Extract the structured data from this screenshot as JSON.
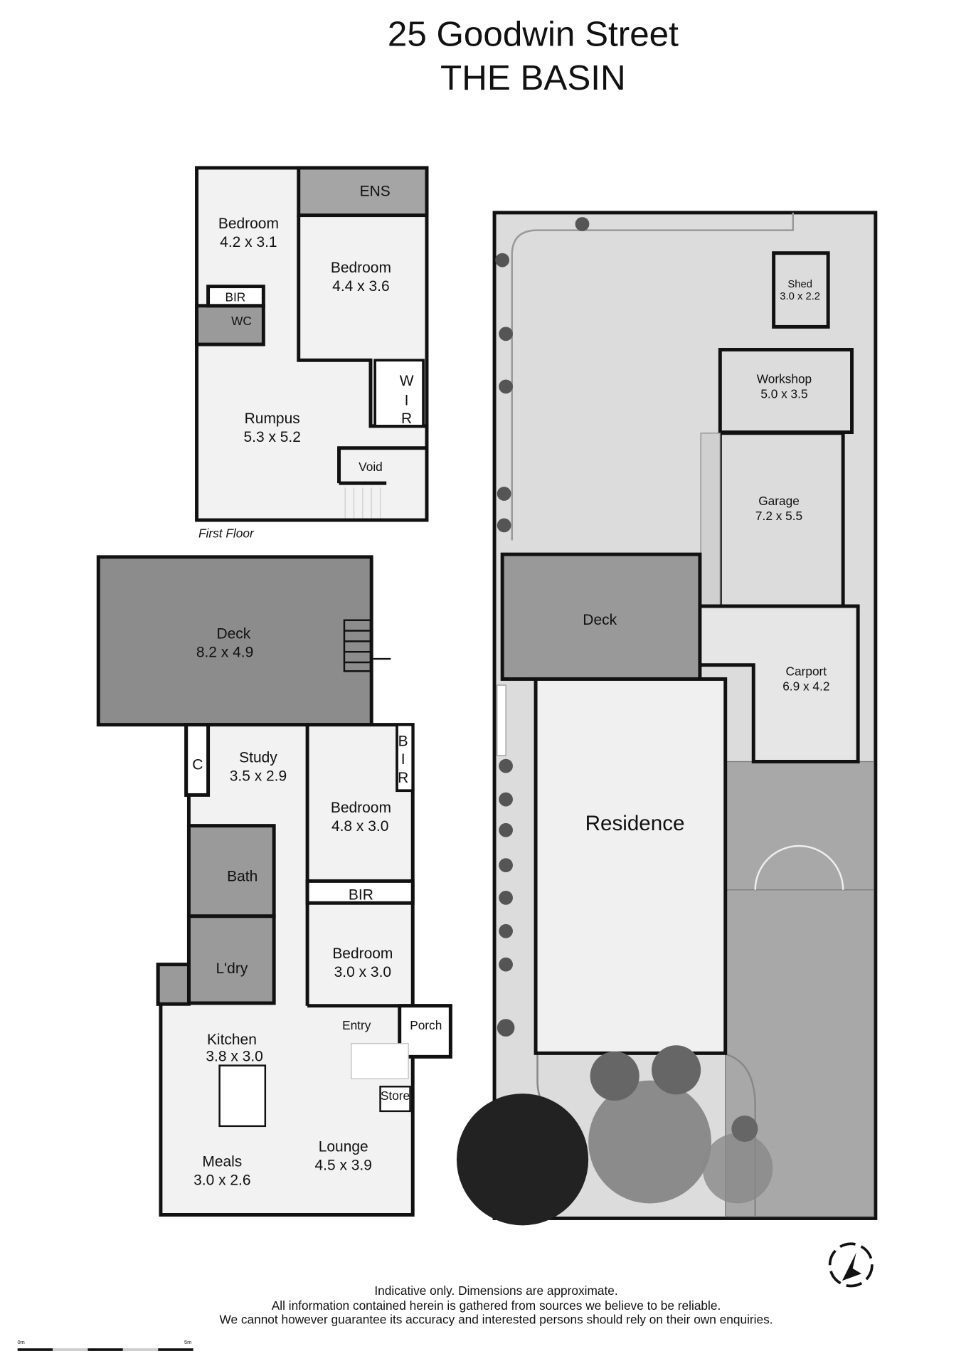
{
  "title": {
    "line1": "25 Goodwin Street",
    "line2": "THE BASIN"
  },
  "first_floor": {
    "label": "First Floor",
    "rooms": [
      {
        "name": "Bedroom",
        "dims": "4.2 x 3.1"
      },
      {
        "name": "ENS"
      },
      {
        "name": "Bedroom",
        "dims": "4.4 x 3.6"
      },
      {
        "name": "BIR"
      },
      {
        "name": "WC"
      },
      {
        "name": "W I R",
        "letters": [
          "W",
          "I",
          "R"
        ]
      },
      {
        "name": "Rumpus",
        "dims": "5.3 x 5.2"
      },
      {
        "name": "Void"
      }
    ]
  },
  "ground_floor": {
    "rooms": [
      {
        "name": "Deck",
        "dims": "8.2 x 4.9"
      },
      {
        "name": "Study",
        "dims": "3.5 x 2.9"
      },
      {
        "name": "C"
      },
      {
        "name": "Bedroom",
        "dims": "4.8 x 3.0"
      },
      {
        "name": "B I R",
        "letters": [
          "B",
          "I",
          "R"
        ]
      },
      {
        "name": "Bath"
      },
      {
        "name": "BIR"
      },
      {
        "name": "Bedroom",
        "dims": "3.0 x 3.0"
      },
      {
        "name": "L'dry"
      },
      {
        "name": "Entry"
      },
      {
        "name": "Porch"
      },
      {
        "name": "Kitchen",
        "dims": "3.8 x 3.0"
      },
      {
        "name": "Store"
      },
      {
        "name": "Meals",
        "dims": "3.0 x 2.6"
      },
      {
        "name": "Lounge",
        "dims": "4.5 x 3.9"
      }
    ]
  },
  "site": {
    "items": [
      {
        "name": "Shed",
        "dims": "3.0 x 2.2"
      },
      {
        "name": "Workshop",
        "dims": "5.0 x 3.5"
      },
      {
        "name": "Garage",
        "dims": "7.2 x 5.5"
      },
      {
        "name": "Deck"
      },
      {
        "name": "Carport",
        "dims": "6.9 x 4.2"
      },
      {
        "name": "Residence"
      }
    ]
  },
  "compass_icon": "north-arrow",
  "disclaimer": [
    "Indicative only. Dimensions are approximate.",
    "All information contained herein is gathered from sources we believe to be reliable.",
    "We cannot however guarantee its accuracy and interested persons should rely on their own enquiries."
  ],
  "scale_bar": {
    "start": "0m",
    "end": "5m"
  },
  "colors": {
    "wall": "#111111",
    "floor": "#f2f2f2",
    "wet_area": "#9a9a9a",
    "deck": "#8c8c8c",
    "site": "#dcdcdc",
    "driveway": "#a8a8a8"
  }
}
